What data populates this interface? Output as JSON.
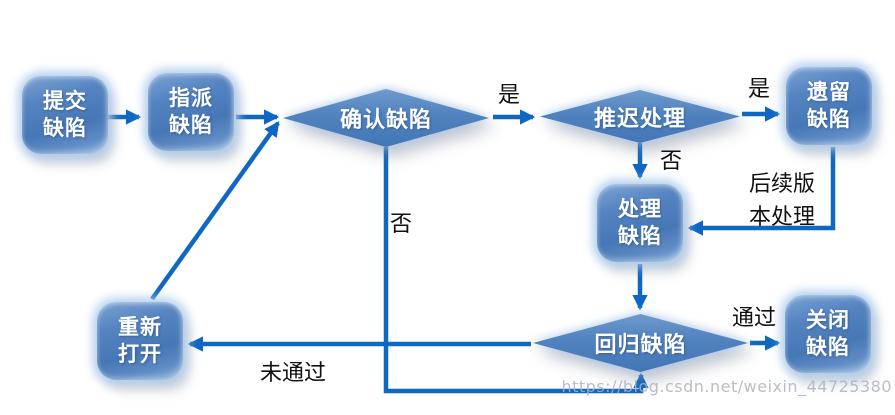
{
  "diagram": {
    "boxes": [
      {
        "id": "submit",
        "lines": [
          "提交",
          "缺陷"
        ]
      },
      {
        "id": "assign",
        "lines": [
          "指派",
          "缺陷"
        ]
      },
      {
        "id": "legacy",
        "lines": [
          "遗留",
          "缺陷"
        ]
      },
      {
        "id": "process",
        "lines": [
          "处理",
          "缺陷"
        ]
      },
      {
        "id": "reopen",
        "lines": [
          "重新",
          "打开"
        ]
      },
      {
        "id": "close",
        "lines": [
          "关闭",
          "缺陷"
        ]
      }
    ],
    "decisions": [
      {
        "id": "confirm",
        "label": "确认缺陷"
      },
      {
        "id": "postpone",
        "label": "推迟处理"
      },
      {
        "id": "regression",
        "label": "回归缺陷"
      }
    ],
    "edge_labels": {
      "confirm_yes": "是",
      "postpone_yes": "是",
      "postpone_no": "否",
      "confirm_no": "否",
      "later_version_line1": "后续版",
      "later_version_line2": "本处理",
      "pass": "通过",
      "fail": "未通过"
    },
    "colors": {
      "node_fill": "#4f81bd",
      "node_text": "#ffffff",
      "arrow": "#0f67c4",
      "label_text": "#111111"
    }
  },
  "watermark": {
    "text": "https://blog.csdn.net/weixin_44725380"
  }
}
